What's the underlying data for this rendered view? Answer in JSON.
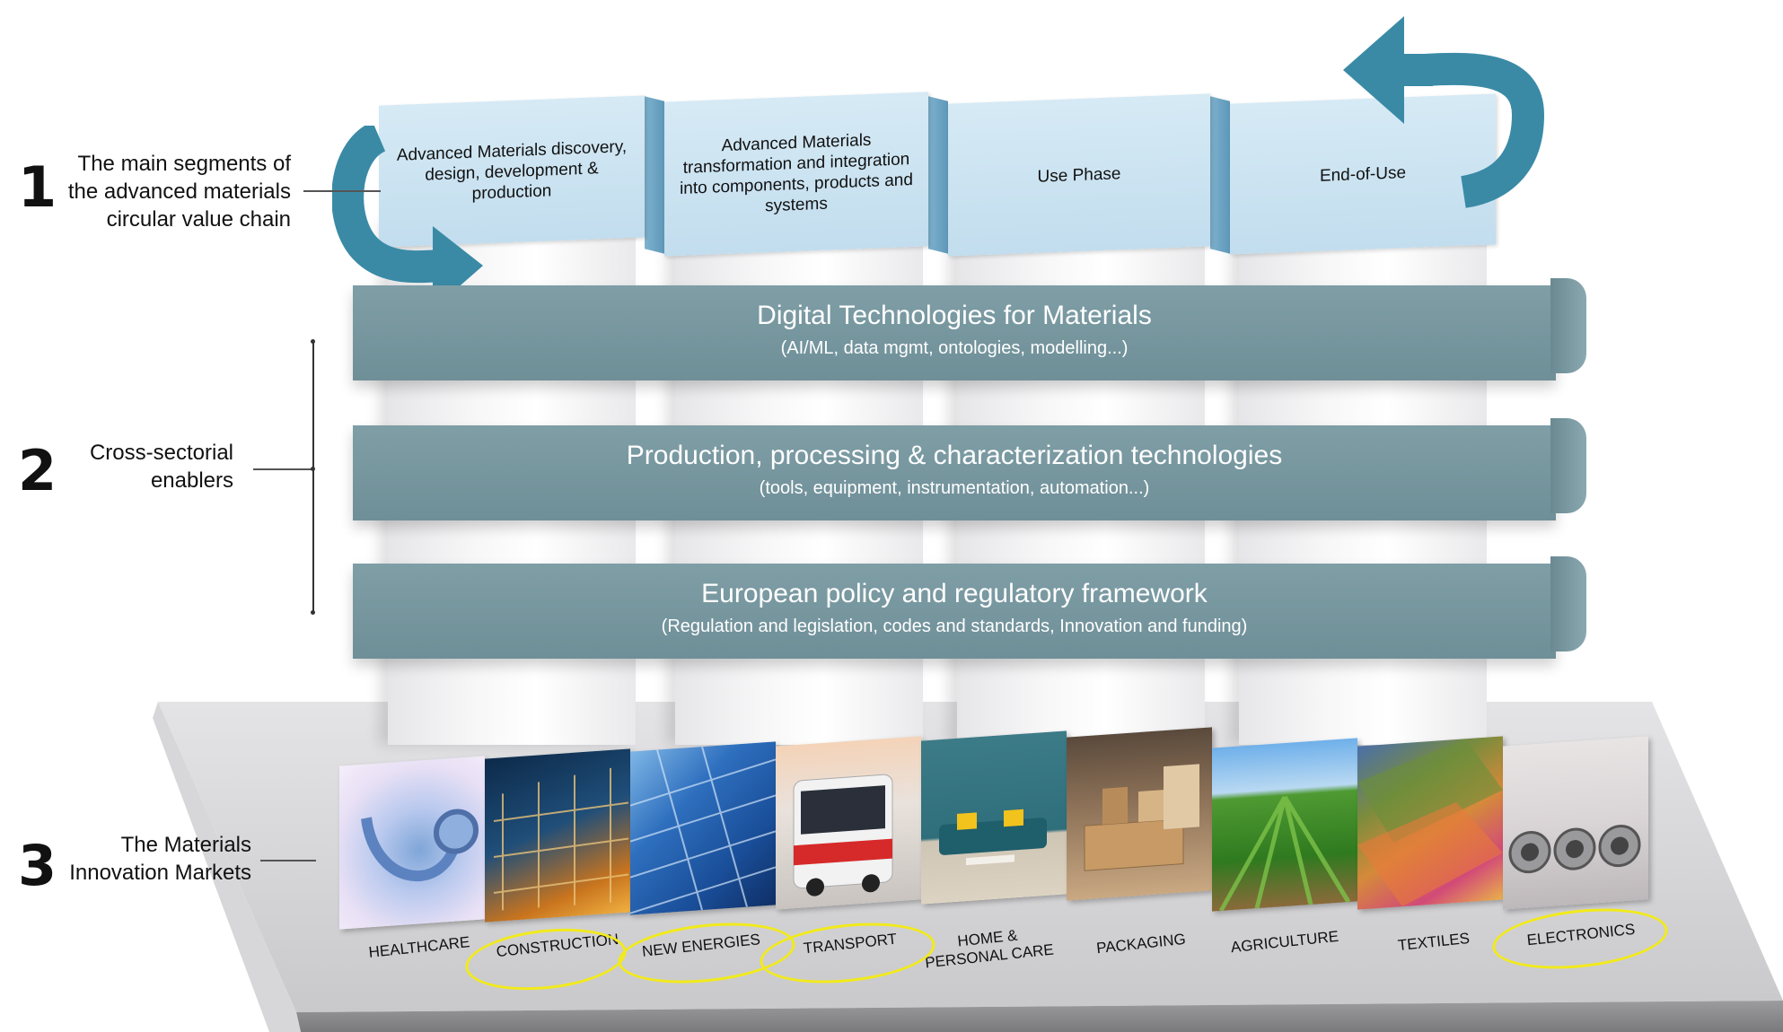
{
  "annotations": [
    {
      "number": "1",
      "label": "The main segments of the advanced materials circular value chain"
    },
    {
      "number": "2",
      "label": "Cross-sectorial enablers"
    },
    {
      "number": "3",
      "label": "The Materials Innovation Markets"
    }
  ],
  "value_chain": [
    {
      "label": "Advanced Materials discovery, design, development & production"
    },
    {
      "label": "Advanced Materials transformation and integration into components, products and systems"
    },
    {
      "label": "Use Phase"
    },
    {
      "label": "End-of-Use"
    }
  ],
  "enablers": [
    {
      "title": "Digital Technologies for Materials",
      "subtitle": "(AI/ML, data mgmt, ontologies, modelling...)"
    },
    {
      "title": "Production, processing & characterization technologies",
      "subtitle": "(tools, equipment, instrumentation, automation...)"
    },
    {
      "title": "European policy and regulatory framework",
      "subtitle": "(Regulation and legislation, codes and standards, Innovation and funding)"
    }
  ],
  "markets": [
    {
      "label": "HEALTHCARE",
      "highlighted": false
    },
    {
      "label": "CONSTRUCTION",
      "highlighted": true
    },
    {
      "label": "NEW ENERGIES",
      "highlighted": true
    },
    {
      "label": "TRANSPORT",
      "highlighted": true
    },
    {
      "label": "HOME & PERSONAL CARE",
      "highlighted": false
    },
    {
      "label": "PACKAGING",
      "highlighted": false
    },
    {
      "label": "AGRICULTURE",
      "highlighted": false
    },
    {
      "label": "TEXTILES",
      "highlighted": false
    },
    {
      "label": "ELECTRONICS",
      "highlighted": true
    }
  ],
  "colors": {
    "value_chain_box": "#c8e1f0",
    "circular_arrow": "#3a8aa6",
    "enabler_band": "#7596a0",
    "platform": "#c4c4c6",
    "highlight_ellipse": "#f2ea1a"
  }
}
